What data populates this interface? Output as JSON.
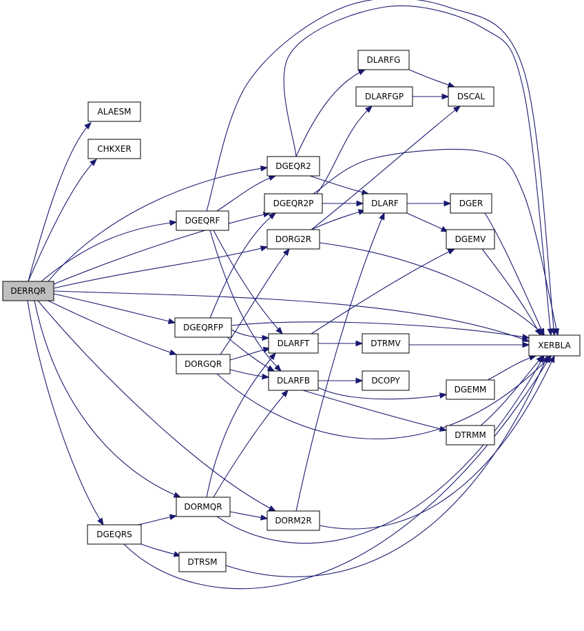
{
  "colors": {
    "edge": "#191970",
    "node_border": "#000000",
    "node_fill": "#ffffff",
    "root_fill": "#bfbfbf"
  },
  "nodes": [
    {
      "id": "DERRQR",
      "label": "DERRQR",
      "root": true
    },
    {
      "id": "ALAESM",
      "label": "ALAESM"
    },
    {
      "id": "CHKXER",
      "label": "CHKXER"
    },
    {
      "id": "DGEQR2",
      "label": "DGEQR2"
    },
    {
      "id": "DGEQRF",
      "label": "DGEQRF"
    },
    {
      "id": "DGEQR2P",
      "label": "DGEQR2P"
    },
    {
      "id": "DORG2R",
      "label": "DORG2R"
    },
    {
      "id": "DGEQRFP",
      "label": "DGEQRFP"
    },
    {
      "id": "DORGQR",
      "label": "DORGQR"
    },
    {
      "id": "DORMQR",
      "label": "DORMQR"
    },
    {
      "id": "DGEQRS",
      "label": "DGEQRS"
    },
    {
      "id": "DTRSM",
      "label": "DTRSM"
    },
    {
      "id": "DORM2R",
      "label": "DORM2R"
    },
    {
      "id": "DLARFG",
      "label": "DLARFG"
    },
    {
      "id": "DLARFGP",
      "label": "DLARFGP"
    },
    {
      "id": "DLARF",
      "label": "DLARF"
    },
    {
      "id": "DLARFT",
      "label": "DLARFT"
    },
    {
      "id": "DLARFB",
      "label": "DLARFB"
    },
    {
      "id": "DSCAL",
      "label": "DSCAL"
    },
    {
      "id": "DGER",
      "label": "DGER"
    },
    {
      "id": "DGEMV",
      "label": "DGEMV"
    },
    {
      "id": "DTRMV",
      "label": "DTRMV"
    },
    {
      "id": "DCOPY",
      "label": "DCOPY"
    },
    {
      "id": "DGEMM",
      "label": "DGEMM"
    },
    {
      "id": "DTRMM",
      "label": "DTRMM"
    },
    {
      "id": "XERBLA",
      "label": "XERBLA"
    }
  ],
  "edges": [
    {
      "from": "DERRQR",
      "to": "ALAESM"
    },
    {
      "from": "DERRQR",
      "to": "CHKXER"
    },
    {
      "from": "DERRQR",
      "to": "DGEQR2"
    },
    {
      "from": "DERRQR",
      "to": "DGEQR2P"
    },
    {
      "from": "DERRQR",
      "to": "DGEQRF"
    },
    {
      "from": "DERRQR",
      "to": "DORG2R"
    },
    {
      "from": "DERRQR",
      "to": "DGEQRFP"
    },
    {
      "from": "DERRQR",
      "to": "DORGQR"
    },
    {
      "from": "DERRQR",
      "to": "DORMQR"
    },
    {
      "from": "DERRQR",
      "to": "DORM2R"
    },
    {
      "from": "DERRQR",
      "to": "DGEQRS"
    },
    {
      "from": "DERRQR",
      "to": "XERBLA"
    },
    {
      "from": "DGEQR2",
      "to": "DLARFG"
    },
    {
      "from": "DGEQR2",
      "to": "DLARF"
    },
    {
      "from": "DGEQR2",
      "to": "XERBLA"
    },
    {
      "from": "DGEQRF",
      "to": "DGEQR2"
    },
    {
      "from": "DGEQRF",
      "to": "DLARFT"
    },
    {
      "from": "DGEQRF",
      "to": "DLARFB"
    },
    {
      "from": "DGEQRF",
      "to": "XERBLA"
    },
    {
      "from": "DGEQR2P",
      "to": "DLARFGP"
    },
    {
      "from": "DGEQR2P",
      "to": "DLARF"
    },
    {
      "from": "DGEQR2P",
      "to": "XERBLA"
    },
    {
      "from": "DORG2R",
      "to": "DLARF"
    },
    {
      "from": "DORG2R",
      "to": "DSCAL"
    },
    {
      "from": "DORG2R",
      "to": "XERBLA"
    },
    {
      "from": "DGEQRFP",
      "to": "DGEQR2P"
    },
    {
      "from": "DGEQRFP",
      "to": "DLARFT"
    },
    {
      "from": "DGEQRFP",
      "to": "DLARFB"
    },
    {
      "from": "DGEQRFP",
      "to": "XERBLA"
    },
    {
      "from": "DORGQR",
      "to": "DORG2R"
    },
    {
      "from": "DORGQR",
      "to": "DLARFT"
    },
    {
      "from": "DORGQR",
      "to": "DLARFB"
    },
    {
      "from": "DORGQR",
      "to": "XERBLA"
    },
    {
      "from": "DORMQR",
      "to": "DLARFT"
    },
    {
      "from": "DORMQR",
      "to": "DLARFB"
    },
    {
      "from": "DORMQR",
      "to": "DORM2R"
    },
    {
      "from": "DORMQR",
      "to": "XERBLA"
    },
    {
      "from": "DGEQRS",
      "to": "DORMQR"
    },
    {
      "from": "DGEQRS",
      "to": "DTRSM"
    },
    {
      "from": "DGEQRS",
      "to": "XERBLA"
    },
    {
      "from": "DTRSM",
      "to": "XERBLA"
    },
    {
      "from": "DORM2R",
      "to": "DLARF"
    },
    {
      "from": "DORM2R",
      "to": "XERBLA"
    },
    {
      "from": "DLARFG",
      "to": "DSCAL"
    },
    {
      "from": "DLARFGP",
      "to": "DSCAL"
    },
    {
      "from": "DLARF",
      "to": "DGER"
    },
    {
      "from": "DLARF",
      "to": "DGEMV"
    },
    {
      "from": "DLARFT",
      "to": "DGEMV"
    },
    {
      "from": "DLARFT",
      "to": "DTRMV"
    },
    {
      "from": "DLARFB",
      "to": "DCOPY"
    },
    {
      "from": "DLARFB",
      "to": "DGEMM"
    },
    {
      "from": "DLARFB",
      "to": "DTRMM"
    },
    {
      "from": "DGER",
      "to": "XERBLA"
    },
    {
      "from": "DGEMV",
      "to": "XERBLA"
    },
    {
      "from": "DTRMV",
      "to": "XERBLA"
    },
    {
      "from": "DGEMM",
      "to": "XERBLA"
    },
    {
      "from": "DTRMM",
      "to": "XERBLA"
    }
  ]
}
